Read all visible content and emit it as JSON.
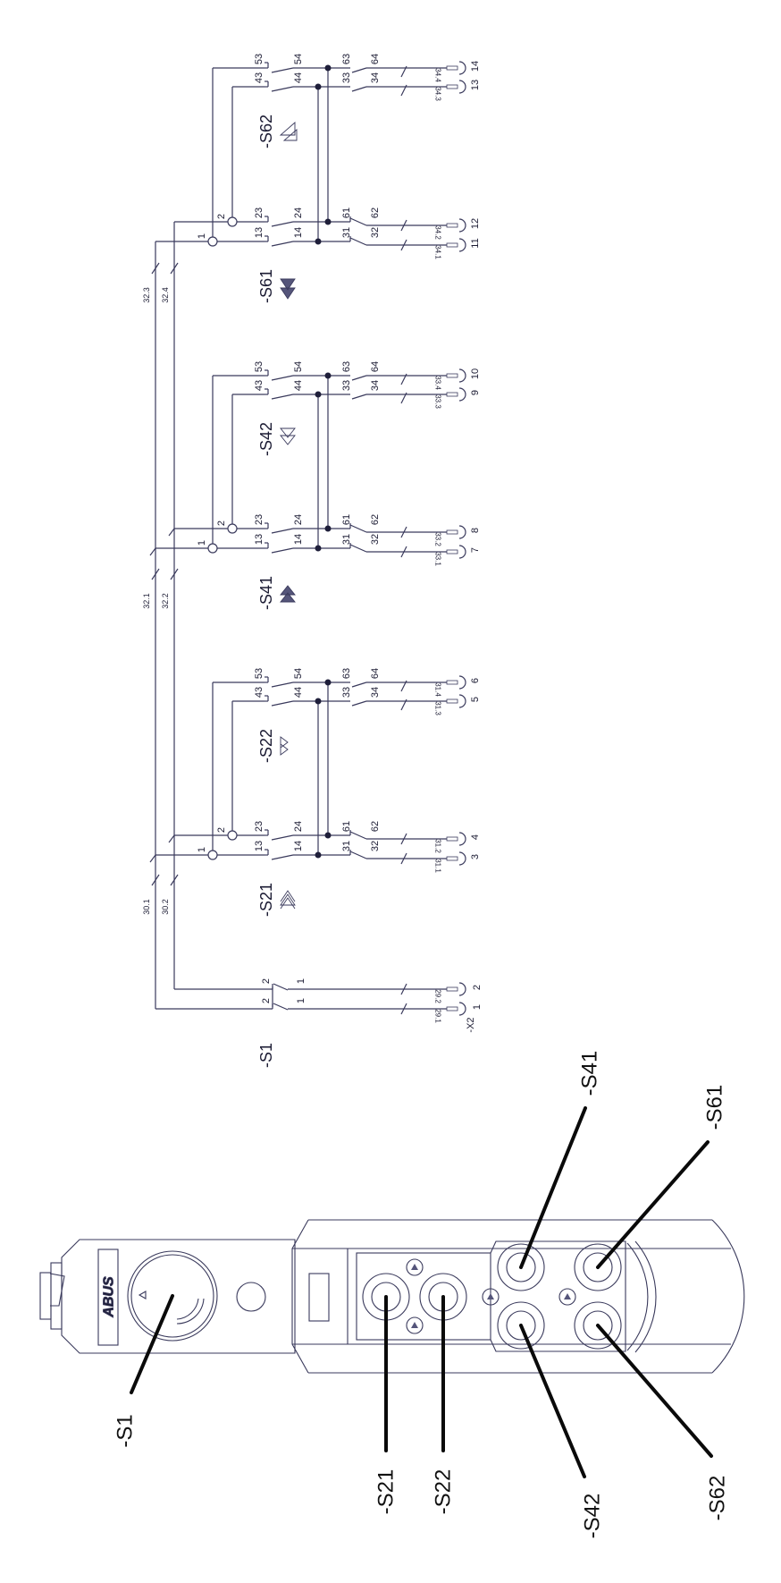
{
  "diagram": {
    "title": "ABUS pendant control station wiring",
    "brand_label": "ABUS",
    "colors": {
      "line": "#3a3a5c",
      "text": "#1b1b33",
      "leader": "#0a0a0a"
    },
    "terminal_strip": "-X2",
    "bus_labels": [
      {
        "id": "30.1",
        "text": "30.1"
      },
      {
        "id": "30.2",
        "text": "30.2"
      },
      {
        "id": "32.1",
        "text": "32.1"
      },
      {
        "id": "32.2",
        "text": "32.2"
      },
      {
        "id": "32.3",
        "text": "32.3"
      },
      {
        "id": "32.4",
        "text": "32.4"
      }
    ],
    "main_switch": {
      "tag": "-S1",
      "rows": [
        {
          "pin_in": "2",
          "pin_out": "1",
          "wire": "29.2",
          "terminal": "2"
        },
        {
          "pin_in": "2",
          "pin_out": "1",
          "wire": "29.1",
          "terminal": "1"
        }
      ]
    },
    "switch_blocks": [
      {
        "left": {
          "tag": "-S21",
          "symbol": "triple-arrow-up-outline",
          "common_pins": [
            "1",
            "2"
          ],
          "rows": [
            {
              "no": [
                "23",
                "24"
              ],
              "nc": [
                "61",
                "62"
              ],
              "wire": "31.2",
              "terminal": "4"
            },
            {
              "no": [
                "13",
                "14"
              ],
              "nc": [
                "31",
                "32"
              ],
              "wire": "31.1",
              "terminal": "3"
            }
          ]
        },
        "right": {
          "tag": "-S22",
          "symbol": "double-arrow-right-outline",
          "rows": [
            {
              "no": [
                "53",
                "54"
              ],
              "nc": [
                "63",
                "64"
              ],
              "wire": "31.4",
              "terminal": "6"
            },
            {
              "no": [
                "43",
                "44"
              ],
              "nc": [
                "33",
                "34"
              ],
              "wire": "31.3",
              "terminal": "5"
            }
          ]
        }
      },
      {
        "left": {
          "tag": "-S41",
          "symbol": "double-arrow-up-filled",
          "common_pins": [
            "1",
            "2"
          ],
          "rows": [
            {
              "no": [
                "23",
                "24"
              ],
              "nc": [
                "61",
                "62"
              ],
              "wire": "33.2",
              "terminal": "8"
            },
            {
              "no": [
                "13",
                "14"
              ],
              "nc": [
                "31",
                "32"
              ],
              "wire": "33.1",
              "terminal": "7"
            }
          ]
        },
        "right": {
          "tag": "-S42",
          "symbol": "double-arrow-down-outline",
          "rows": [
            {
              "no": [
                "53",
                "54"
              ],
              "nc": [
                "63",
                "64"
              ],
              "wire": "33.4",
              "terminal": "10"
            },
            {
              "no": [
                "43",
                "44"
              ],
              "nc": [
                "33",
                "34"
              ],
              "wire": "33.3",
              "terminal": "9"
            }
          ]
        }
      },
      {
        "left": {
          "tag": "-S61",
          "symbol": "rotate-clockwise-filled",
          "common_pins": [
            "1",
            "2"
          ],
          "rows": [
            {
              "no": [
                "23",
                "24"
              ],
              "nc": [
                "61",
                "62"
              ],
              "wire": "34.2",
              "terminal": "12"
            },
            {
              "no": [
                "13",
                "14"
              ],
              "nc": [
                "31",
                "32"
              ],
              "wire": "34.1",
              "terminal": "11"
            }
          ]
        },
        "right": {
          "tag": "-S62",
          "symbol": "rotate-counterclockwise-outline",
          "rows": [
            {
              "no": [
                "53",
                "54"
              ],
              "nc": [
                "63",
                "64"
              ],
              "wire": "34.4",
              "terminal": "14"
            },
            {
              "no": [
                "43",
                "44"
              ],
              "nc": [
                "33",
                "34"
              ],
              "wire": "34.3",
              "terminal": "13"
            }
          ]
        }
      }
    ],
    "pendant_callouts": [
      {
        "button": "S1",
        "label": "-S1"
      },
      {
        "button": "S21",
        "label": "-S21"
      },
      {
        "button": "S22",
        "label": "-S22"
      },
      {
        "button": "S41",
        "label": "-S41"
      },
      {
        "button": "S42",
        "label": "-S42"
      },
      {
        "button": "S61",
        "label": "-S61"
      },
      {
        "button": "S62",
        "label": "-S62"
      }
    ]
  }
}
